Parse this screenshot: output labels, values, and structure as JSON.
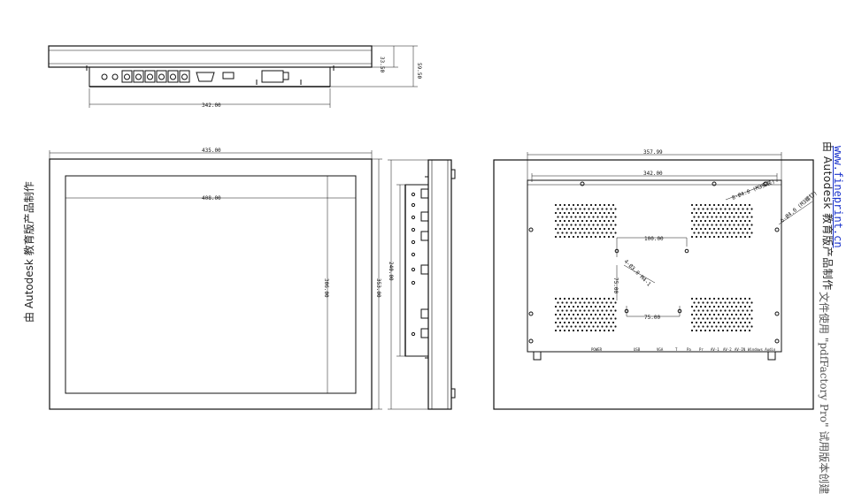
{
  "watermarks": {
    "left": "由 Autodesk 教育版产品制作",
    "right_line1": "由 Autodesk 教育版产品制作",
    "right_url": "www.fineprint.cn",
    "right_line2": "文件使用 \"pdfFactory Pro\" 试用版本创建"
  },
  "top_view": {
    "height_a": "33.50",
    "height_b": "59.50",
    "width": "342.00"
  },
  "front_view": {
    "outer_width": "435.00",
    "inner_width": "408.00",
    "inner_height": "306.00",
    "outer_height": "353.00"
  },
  "side_view": {
    "height": "240.00"
  },
  "back_view": {
    "total_width": "357.99",
    "inner_width": "342.00",
    "vesa_h": "100.00",
    "vesa_v": "75.00",
    "vesa_v2": "75.00",
    "hole_note1": "8-Ø4.0 (M3安装)",
    "hole_note2": "4-Ø3.0 M4-1",
    "screw_note": "6-Ø4.0 (M3螺钉)",
    "port_labels": [
      "POWER",
      "USB",
      "VGA",
      "T",
      "Pa",
      "Pr",
      "AV-1",
      "AV-2",
      "AV-IN",
      "Windows Audio"
    ]
  }
}
